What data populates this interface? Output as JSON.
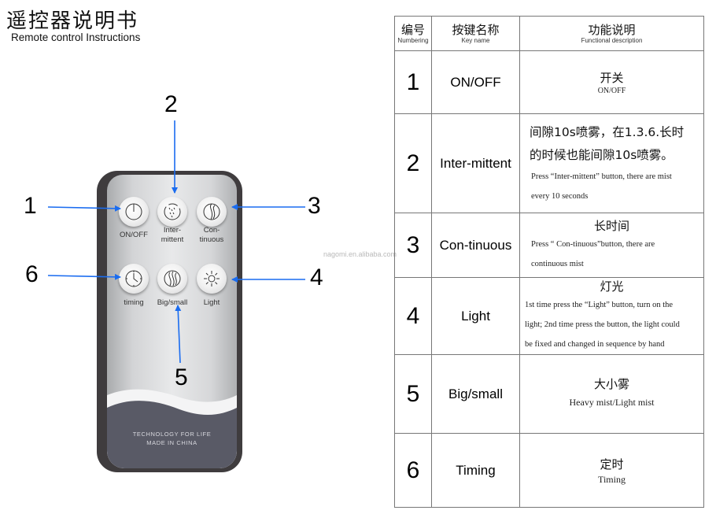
{
  "header": {
    "title_cn": "遥控器说明书",
    "title_en": "Remote control  Instructions"
  },
  "watermark": "nagomi.en.alibaba.com",
  "remote": {
    "buttons": [
      {
        "id": 1,
        "label_lines": [
          "ON/OFF"
        ],
        "icon": "power-icon"
      },
      {
        "id": 2,
        "label_lines": [
          "Inter-",
          "mittent"
        ],
        "icon": "intermittent-mist-icon"
      },
      {
        "id": 3,
        "label_lines": [
          "Con-",
          "tinuous"
        ],
        "icon": "continuous-mist-icon"
      },
      {
        "id": 6,
        "label_lines": [
          "timing"
        ],
        "icon": "clock-icon"
      },
      {
        "id": 5,
        "label_lines": [
          "Big/small"
        ],
        "icon": "big-small-mist-icon"
      },
      {
        "id": 4,
        "label_lines": [
          "Light"
        ],
        "icon": "sun-icon"
      }
    ],
    "footer_line1": "TECHNOLOGY FOR LIFE",
    "footer_line2": "MADE IN CHINA",
    "callouts": [
      "1",
      "2",
      "3",
      "4",
      "5",
      "6"
    ],
    "arrow_color": "#1a6cf0"
  },
  "table": {
    "headers": [
      {
        "cn": "编号",
        "en": "Numbering"
      },
      {
        "cn": "按键名称",
        "en": "Key name"
      },
      {
        "cn": "功能说明",
        "en": "Functional description"
      }
    ],
    "rows": [
      {
        "num": "1",
        "key": "ON/OFF",
        "desc_cn": "开关",
        "desc_en": "ON/OFF"
      },
      {
        "num": "2",
        "key": "Inter-mittent",
        "desc_cn_lines": [
          "间隙10s喷雾，在1.3.6.长时",
          "的时候也能间隙10s喷雾。"
        ],
        "desc_en_lines": [
          "Press “Inter-mittent” button, there are mist",
          "every 10 seconds"
        ]
      },
      {
        "num": "3",
        "key": "Con-tinuous",
        "desc_cn": "长时间",
        "desc_en_lines": [
          "Press “ Con-tinuous”button, there are",
          "continuous mist"
        ]
      },
      {
        "num": "4",
        "key": "Light",
        "desc_cn": "灯光",
        "desc_en_lines": [
          "1st time press the “Light” button, turn on the",
          "light; 2nd time press the button, the light could",
          "be fixed and changed in sequence by hand"
        ]
      },
      {
        "num": "5",
        "key": "Big/small",
        "desc_cn": "大小雾",
        "desc_en": "Heavy mist/Light mist"
      },
      {
        "num": "6",
        "key": "Timing",
        "desc_cn": "定时",
        "desc_en": "Timing"
      }
    ]
  }
}
